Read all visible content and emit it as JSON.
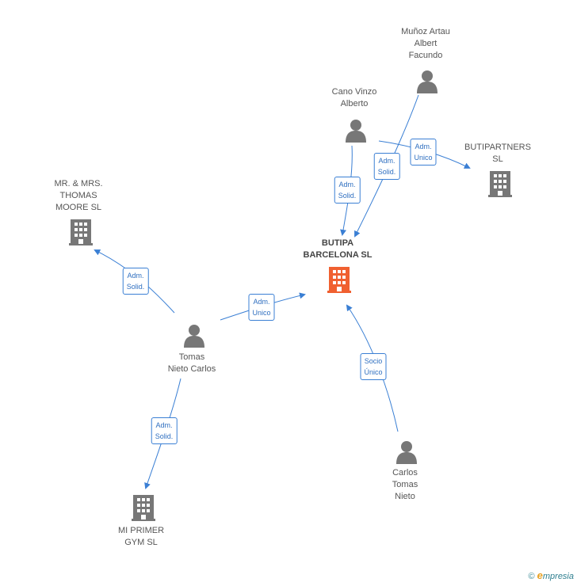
{
  "nodes": {
    "munoz": [
      "Muñoz Artau",
      "Albert",
      "Facundo"
    ],
    "cano": [
      "Cano Vinzo",
      "Alberto"
    ],
    "butipartners": [
      "BUTIPARTNERS",
      "SL"
    ],
    "thomas_moore": [
      "MR.  & MRS.",
      "THOMAS",
      "MOORE  SL"
    ],
    "butipa": [
      "BUTIPA",
      "BARCELONA SL"
    ],
    "tomas": [
      "Tomas",
      "Nieto Carlos"
    ],
    "carlos": [
      "Carlos",
      "Tomas",
      "Nieto"
    ],
    "mi_primer": [
      "MI PRIMER",
      "GYM SL"
    ]
  },
  "edges": {
    "cano_butipa": [
      "Adm.",
      "Solid."
    ],
    "munoz_butipa": [
      "Adm.",
      "Solid."
    ],
    "cano_butipartners": [
      "Adm.",
      "Unico"
    ],
    "tomas_thomas": [
      "Adm.",
      "Solid."
    ],
    "tomas_butipa": [
      "Adm.",
      "Unico"
    ],
    "carlos_butipa": [
      "Socio",
      "Único"
    ],
    "tomas_gym": [
      "Adm.",
      "Solid."
    ]
  },
  "footer": {
    "copyright": "©",
    "brand_first": "e",
    "brand_rest": "mpresia"
  },
  "colors": {
    "edge": "#3a7fd4",
    "person": "#777777",
    "company": "#777777",
    "main_company": "#f06030"
  }
}
